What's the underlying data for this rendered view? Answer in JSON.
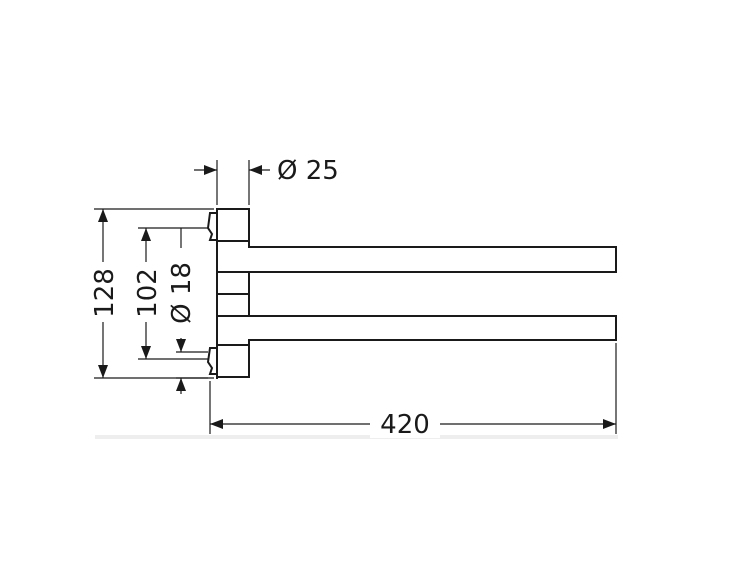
{
  "dimensions": {
    "rose_diameter": "Ø 25",
    "pipe_diameter": "Ø 18",
    "overall_height": "128",
    "arm_spacing": "102",
    "arm_length": "420"
  }
}
